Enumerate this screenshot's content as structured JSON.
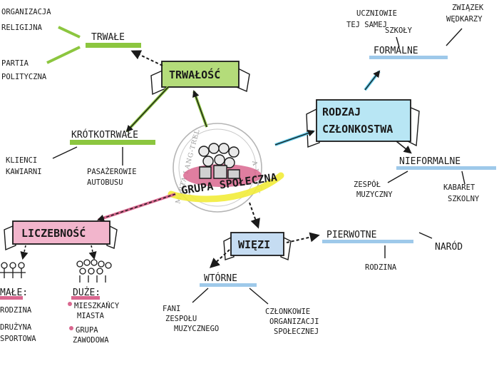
{
  "center": {
    "label": "GRUPA SPOŁECZNA"
  },
  "stamp": {
    "text": "MARTA LANG-TREL",
    "side": "A LANG-"
  },
  "branches": {
    "trwalosc": {
      "label": "TRWAŁOŚĆ",
      "trwale": {
        "label": "TRWAŁE",
        "examples": [
          "ORGANIZACJA",
          "RELIGIJNA",
          "PARTIA",
          "POLITYCZNA"
        ]
      },
      "krotkotrwale": {
        "label": "KRÓTKOTRWAŁE",
        "examples": [
          "KLIENCI",
          "KAWIARNI",
          "PASAŻEROWIE",
          "AUTOBUSU"
        ]
      }
    },
    "rodzaj": {
      "label_line1": "RODZAJ",
      "label_line2": "CZŁONKOSTWA",
      "formalne": {
        "label": "FORMALNE",
        "examples": [
          "UCZNIOWIE",
          "TEJ SAMEJ",
          "SZKOŁY",
          "ZWIĄZEK",
          "WĘDKARZY"
        ]
      },
      "nieformalne": {
        "label": "NIEFORMALNE",
        "examples": [
          "ZESPÓŁ",
          "MUZYCZNY",
          "KABARET",
          "SZKOLNY"
        ]
      }
    },
    "wiezi": {
      "label": "WIĘZI",
      "pierwotne": {
        "label": "PIERWOTNE",
        "examples": [
          "NARÓD",
          "RODZINA"
        ]
      },
      "wtorne": {
        "label": "WTÓRNE",
        "examples": [
          "FANI",
          "ZESPOŁU",
          "MUZYCZNEGO",
          "CZŁONKOWIE",
          "ORGANIZACJI",
          "SPOŁECZNEJ"
        ]
      }
    },
    "liczebnosc": {
      "label": "LICZEBNOŚĆ",
      "male": {
        "label": "MAŁE:",
        "examples": [
          "RODZINA",
          "DRUŻYNA",
          "SPORTOWA"
        ]
      },
      "duze": {
        "label": "DUŻE:",
        "examples": [
          "MIESZKAŃCY",
          "MIASTA",
          "GRUPA",
          "ZAWODOWA"
        ]
      }
    }
  },
  "colors": {
    "green": "#8cc63f",
    "blue": "#5bc8e8",
    "lightblue": "#9ec9ea",
    "pink": "#d9678f",
    "lightpink": "#f2b5cc",
    "yellow": "#f2ec3a",
    "ink": "#1a1a1a",
    "gray": "#9a9a9a"
  }
}
